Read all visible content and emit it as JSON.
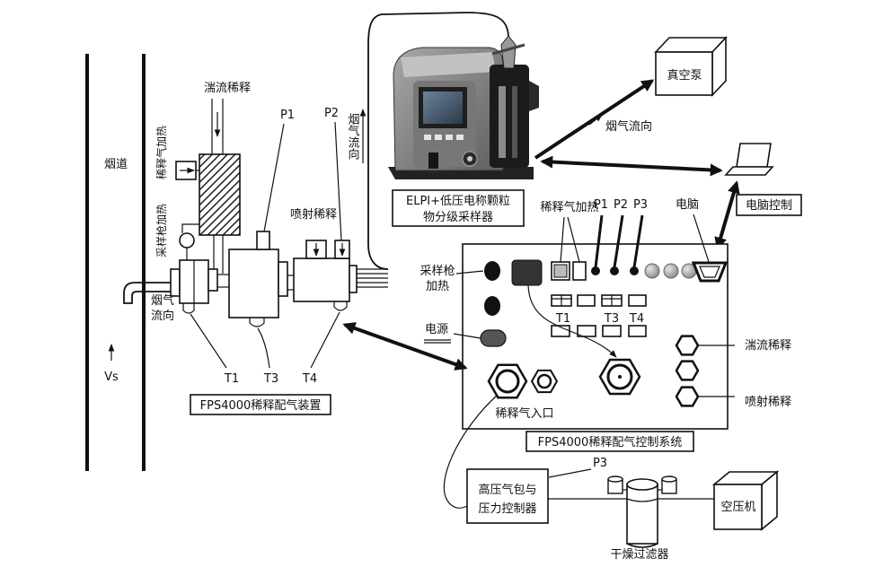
{
  "flue": {
    "label": "烟道",
    "velocity": "Vs"
  },
  "dilution_device": {
    "turbulent_dilution": "湍流稀释",
    "dilution_gas_heating": "稀释气加热",
    "probe_heating": "采样枪加热",
    "p1": "P1",
    "p2": "P2",
    "flue_gas_flow_vertical": "烟气流向",
    "jet_dilution": "喷射稀释",
    "flue_gas_flow_line1": "烟气",
    "flue_gas_flow_line2": "流向",
    "t1": "T1",
    "t3": "T3",
    "t4": "T4",
    "title": "FPS4000稀释配气装置"
  },
  "elpi": {
    "line1": "ELPI+低压电称颗粒",
    "line2": "物分级采样器"
  },
  "vacuum_pump": {
    "label": "真空泵",
    "flow_label": "烟气流向"
  },
  "computer": {
    "label": "电脑",
    "control_label": "电脑控制"
  },
  "control_panel": {
    "dilution_gas_heating": "稀释气加热",
    "p1": "P1",
    "p2": "P2",
    "p3": "P3",
    "probe_heating_line1": "采样枪",
    "probe_heating_line2": "加热",
    "t1": "T1",
    "t3": "T3",
    "t4": "T4",
    "power": "电源",
    "turbulent_dilution": "湍流稀释",
    "jet_dilution": "喷射稀释",
    "dilution_gas_inlet": "稀释气入口",
    "title": "FPS4000稀释配气控制系统"
  },
  "gas_supply": {
    "p3": "P3",
    "tank_line1": "高压气包与",
    "tank_line2": "压力控制器",
    "compressor": "空压机",
    "dryer": "干燥过滤器"
  }
}
